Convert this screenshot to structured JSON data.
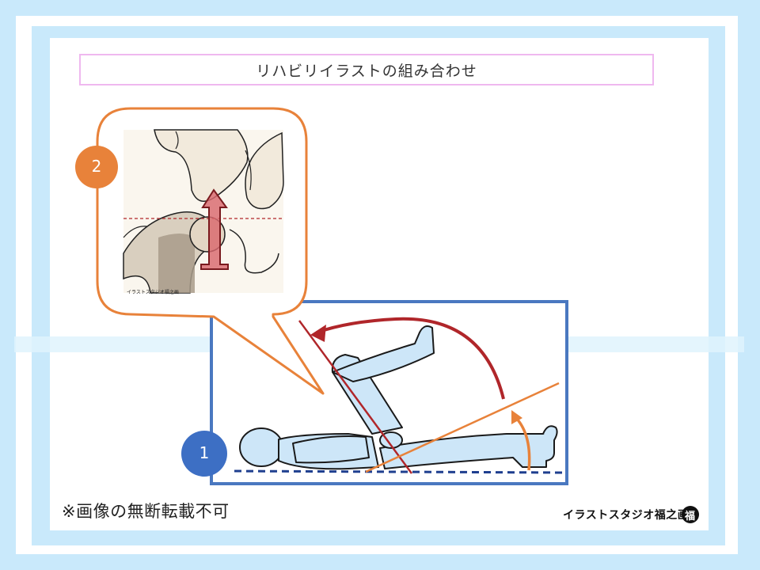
{
  "title": "リハビリイラストの組み合わせ",
  "labels": {
    "num1": "1",
    "num2": "2"
  },
  "notice": "※画像の無断転載不可",
  "studio_name": "イラストスタジオ福之画",
  "studio_mark_glyph": "福",
  "credit_small": "イラストスタジオ福之画",
  "colors": {
    "background": "#c9e9fb",
    "title_border": "#efb8ef",
    "callout_orange": "#e8823a",
    "panel_blue": "#4a78c0",
    "badge_blue": "#3d6fc4",
    "arrow_dark_red": "#b0262a",
    "body_fill": "#cde6f8"
  }
}
